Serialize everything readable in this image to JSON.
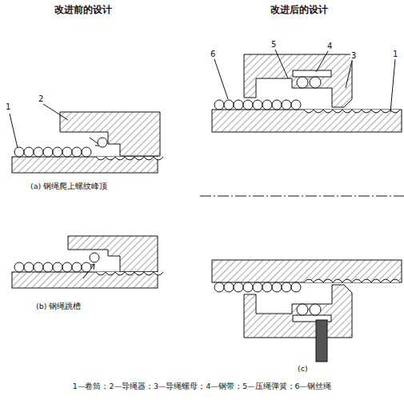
{
  "diagram": {
    "caption": "1—卷筒；2—导绳器；3—导绳螺母；4—钢带；5—压绳弹簧；6—钢丝绳",
    "labels": [
      "改进前的设计",
      "改进后的设计",
      "1",
      "2",
      "(a) 钢绳爬上螺纹峰顶",
      "(b) 钢绳跳槽",
      "6",
      "5",
      "4",
      "3",
      "1",
      "(c)"
    ]
  }
}
